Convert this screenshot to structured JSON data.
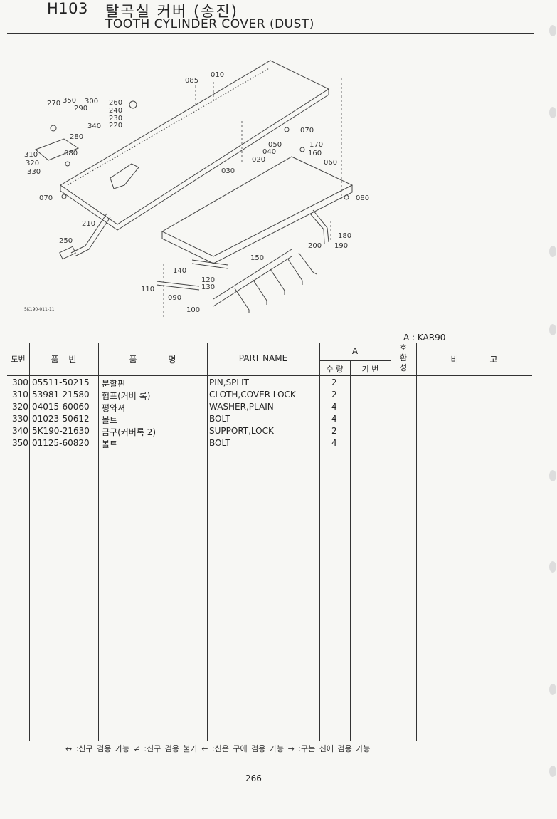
{
  "header": {
    "code": "H103",
    "title_ko": "탈곡실 커버 (송진)",
    "title_en": "TOOTH CYLINDER COVER (DUST)"
  },
  "diagram": {
    "code": "5K190-011-11",
    "callouts": [
      "085",
      "010",
      "270",
      "350",
      "300",
      "290",
      "340",
      "260",
      "240",
      "230",
      "220",
      "280",
      "310",
      "320",
      "330",
      "080",
      "070",
      "050",
      "040",
      "020",
      "030",
      "170",
      "160",
      "060",
      "080",
      "070",
      "210",
      "250",
      "180",
      "200",
      "190",
      "150",
      "140",
      "120",
      "130",
      "110",
      "090",
      "100"
    ]
  },
  "model_label": "A : KAR90",
  "table": {
    "headers": {
      "no": "도번",
      "part_no": "품 번",
      "name_ko": "품 명",
      "part_name": "PART NAME",
      "group_a": "A",
      "qty": "수 량",
      "basic": "기 번",
      "interchange": "호환성",
      "remarks": "비 고"
    },
    "rows": [
      {
        "no": "300",
        "part_no": "05511-50215",
        "name_ko": "분할핀",
        "part_name": "PIN,SPLIT",
        "qty": "2"
      },
      {
        "no": "310",
        "part_no": "53981-21580",
        "name_ko": "험프(커버 록)",
        "part_name": "CLOTH,COVER LOCK",
        "qty": "2"
      },
      {
        "no": "320",
        "part_no": "04015-60060",
        "name_ko": "평와셔",
        "part_name": "WASHER,PLAIN",
        "qty": "4"
      },
      {
        "no": "330",
        "part_no": "01023-50612",
        "name_ko": "볼트",
        "part_name": "BOLT",
        "qty": "4"
      },
      {
        "no": "340",
        "part_no": "5K190-21630",
        "name_ko": "금구(커버록 2)",
        "part_name": "SUPPORT,LOCK",
        "qty": "2"
      },
      {
        "no": "350",
        "part_no": "01125-60820",
        "name_ko": "볼트",
        "part_name": "BOLT",
        "qty": "4"
      }
    ]
  },
  "legend": "↔ :신구 겸용 가능    ≠ :신구 겸용 불가    ← :신은 구에 겸용 가능    → :구는 신에 겸용 가능",
  "page_number": "266"
}
